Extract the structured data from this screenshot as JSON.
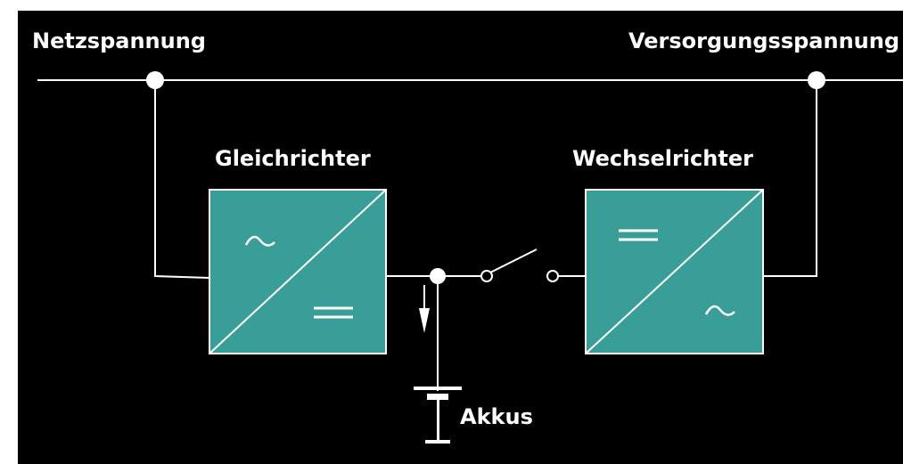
{
  "labels": {
    "mains": "Netzspannung",
    "supply": "Versorgungsspannung",
    "rectifier": "Gleichrichter",
    "inverter": "Wechselrichter",
    "battery": "Akkus"
  },
  "colors": {
    "background": "#000000",
    "line": "#ffffff",
    "converter_fill": "#3a9e98"
  },
  "symbols": {
    "rectifier_input": "ac-sine-icon",
    "rectifier_output": "dc-equal-icon",
    "inverter_input": "dc-equal-icon",
    "inverter_output": "ac-sine-icon"
  }
}
